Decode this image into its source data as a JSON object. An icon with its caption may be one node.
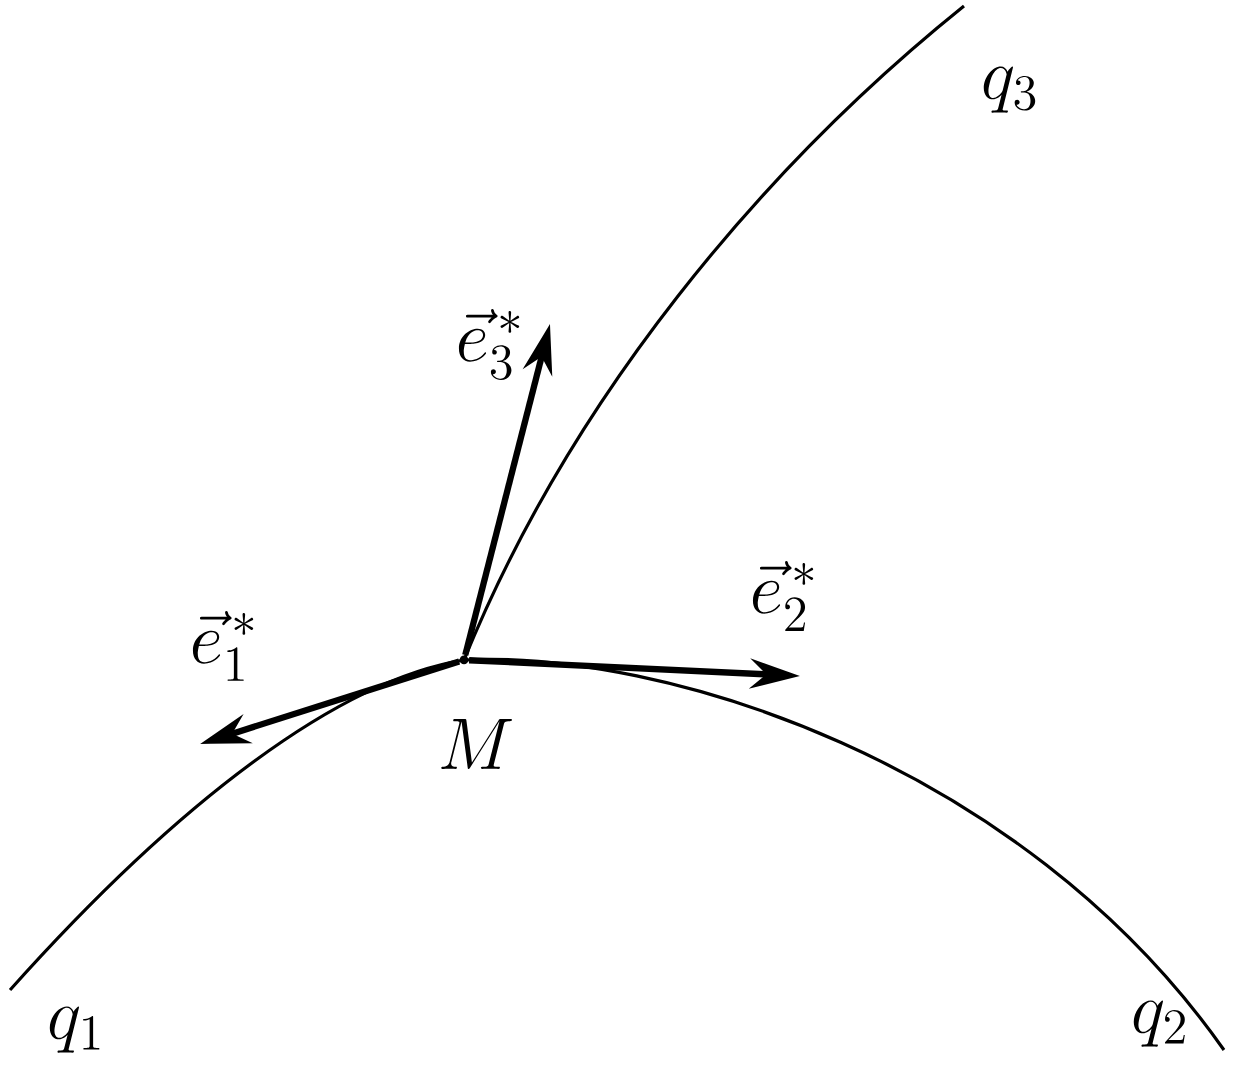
{
  "diagram": {
    "nodes": [
      {
        "text": [],
        "shape": "point",
        "beside": [
          "M"
        ]
      },
      {
        "text": [
          "\\vec{e}_1^{\\,*}"
        ]
      },
      {
        "text": [
          "\\vec{e}_2^{\\,*}"
        ]
      },
      {
        "text": [
          "\\vec{e}_3^{\\,*}"
        ]
      }
    ],
    "edges": [
      {
        "from": 0,
        "to": 1,
        "arrow": "to"
      },
      {
        "from": 0,
        "to": 2,
        "arrow": "to"
      },
      {
        "from": 0,
        "to": 3,
        "arrow": "to"
      }
    ],
    "labels": [
      "q_3",
      "q_1",
      "q_2"
    ]
  }
}
